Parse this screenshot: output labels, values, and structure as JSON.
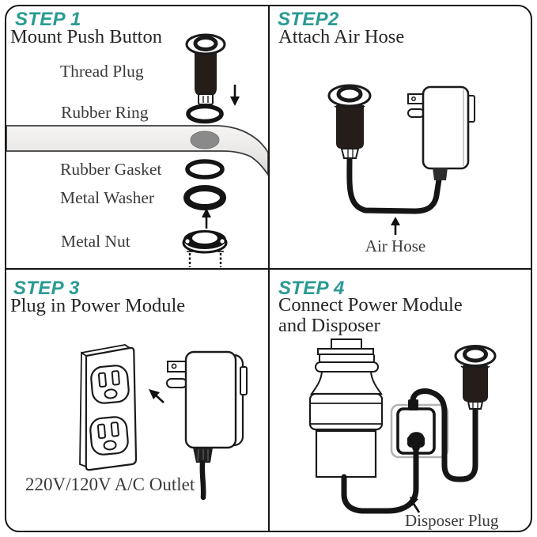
{
  "sheet": {
    "accent_color": "#2a9b93",
    "line_color": "#1a1a1a",
    "counter_color": "#e6e5e3",
    "hole_color": "#8a8a8a"
  },
  "steps": [
    {
      "id": "STEP 1",
      "title": "Mount Push Button",
      "part_labels": [
        "Thread Plug",
        "Rubber Ring",
        "Rubber Gasket",
        "Metal Washer",
        "Metal Nut"
      ]
    },
    {
      "id": "STEP2",
      "title": "Attach Air Hose",
      "caption": "Air Hose"
    },
    {
      "id": "STEP 3",
      "title": "Plug in Power Module",
      "caption": "220V/120V A/C Outlet"
    },
    {
      "id": "STEP 4",
      "title": "Connect Power Module",
      "title2": "and Disposer",
      "caption": "Disposer Plug"
    }
  ]
}
